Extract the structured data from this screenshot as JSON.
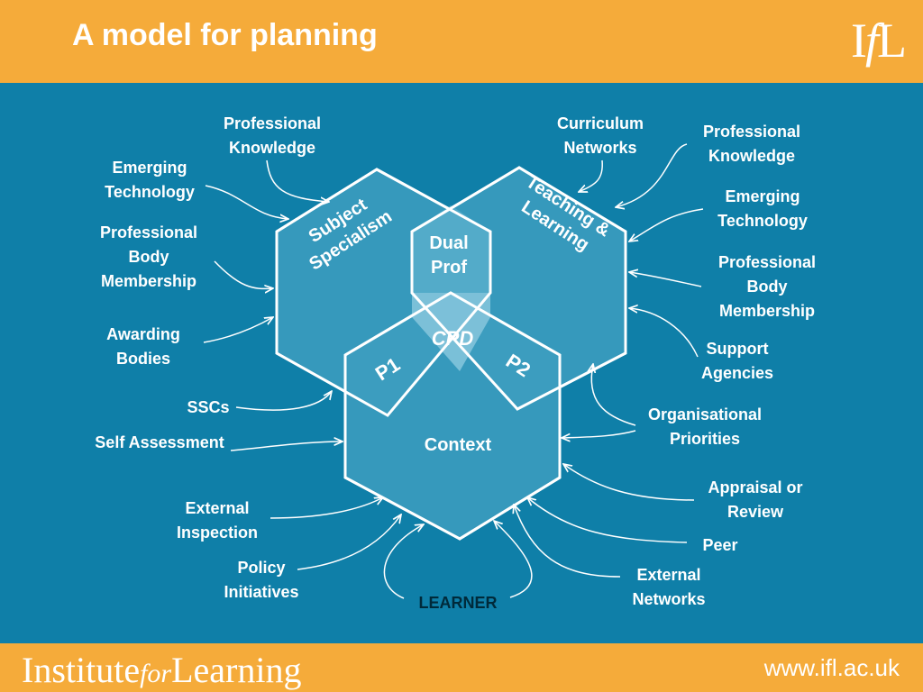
{
  "header": {
    "title": "A model for planning",
    "logo_text": "IfL"
  },
  "footer": {
    "brand_institute": "Institute",
    "brand_for": "for",
    "brand_learning": "Learning",
    "url": "www.ifl.ac.uk"
  },
  "diagram": {
    "hexagons": {
      "subject_specialism": "Subject Specialism",
      "teaching_learning": "Teaching & Learning",
      "context": "Context"
    },
    "overlaps": {
      "dual_prof": "Dual Prof",
      "cpd": "CPD",
      "p1": "P1",
      "p2": "P2"
    },
    "left_labels": {
      "professional_knowledge": "Professional Knowledge",
      "emerging_technology": "Emerging Technology",
      "professional_body_membership": "Professional Body Membership",
      "awarding_bodies": "Awarding Bodies",
      "sscs": "SSCs",
      "self_assessment": "Self Assessment",
      "external_inspection": "External Inspection",
      "policy_initiatives": "Policy Initiatives",
      "learner": "LEARNER"
    },
    "right_labels": {
      "curriculum_networks": "Curriculum Networks",
      "professional_knowledge": "Professional Knowledge",
      "emerging_technology": "Emerging Technology",
      "professional_body_membership": "Professional Body Membership",
      "support_agencies": "Support Agencies",
      "organisational_priorities": "Organisational Priorities",
      "appraisal_or_review": "Appraisal or Review",
      "peer": "Peer",
      "external_networks": "External Networks"
    }
  }
}
